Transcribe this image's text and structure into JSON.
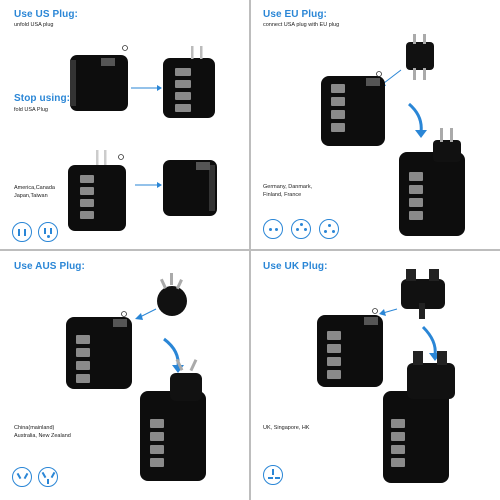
{
  "us": {
    "title": "Use US Plug:",
    "sub": "unfold USA plug",
    "stop_title": "Stop using:",
    "stop_sub": "fold USA Plug",
    "region_line1": "America,Canada",
    "region_line2": "Japan,Taiwan"
  },
  "eu": {
    "title": "Use EU Plug:",
    "sub": "connect USA plug with EU plug",
    "region_line1": "Germany, Danmark,",
    "region_line2": "Finland, France"
  },
  "aus": {
    "title": "Use AUS Plug:",
    "region_line1": "China(mainland)",
    "region_line2": "Australia, New Zealand"
  },
  "uk": {
    "title": "Use UK Plug:",
    "region_line1": "UK, Singapore, HK"
  },
  "colors": {
    "accent": "#2a86d6",
    "device": "#0d0d0d",
    "divider": "#bdbdbd"
  }
}
